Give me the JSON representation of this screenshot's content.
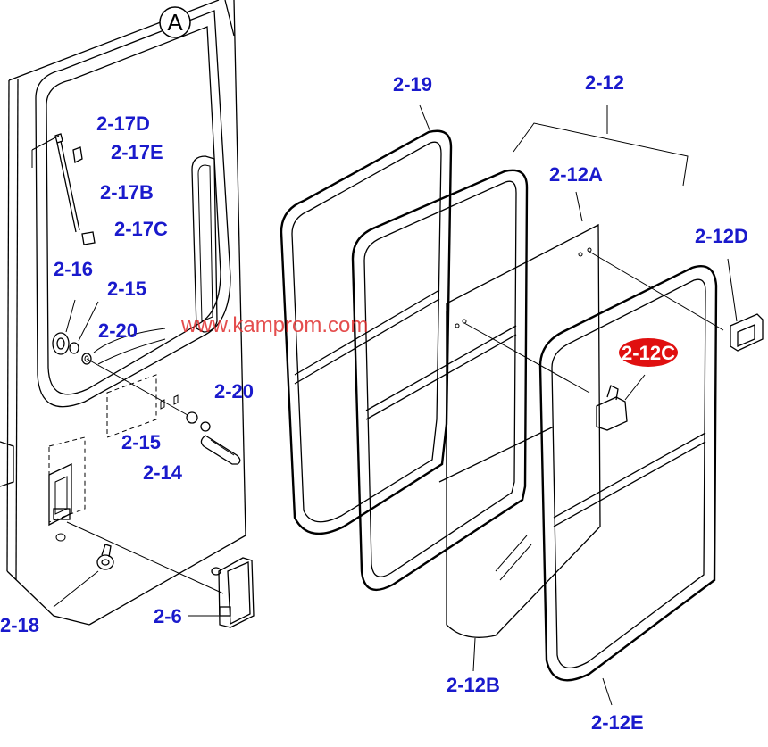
{
  "view_marker": "A",
  "watermark": "www.kamprom.com",
  "labels": {
    "l_2_17D": "2-17D",
    "l_2_17E": "2-17E",
    "l_2_17B": "2-17B",
    "l_2_17C": "2-17C",
    "l_2_16": "2-16",
    "l_2_15a": "2-15",
    "l_2_20a": "2-20",
    "l_2_20b": "2-20",
    "l_2_15b": "2-15",
    "l_2_14": "2-14",
    "l_2_18": "2-18",
    "l_2_6": "2-6",
    "l_2_19": "2-19",
    "l_2_12": "2-12",
    "l_2_12A": "2-12A",
    "l_2_12D": "2-12D",
    "l_2_12C": "2-12C",
    "l_2_12B": "2-12B",
    "l_2_12E": "2-12E"
  },
  "colors": {
    "label": "#1a1acc",
    "highlight": "#e01010",
    "watermark": "#e03030",
    "line": "#000000"
  }
}
